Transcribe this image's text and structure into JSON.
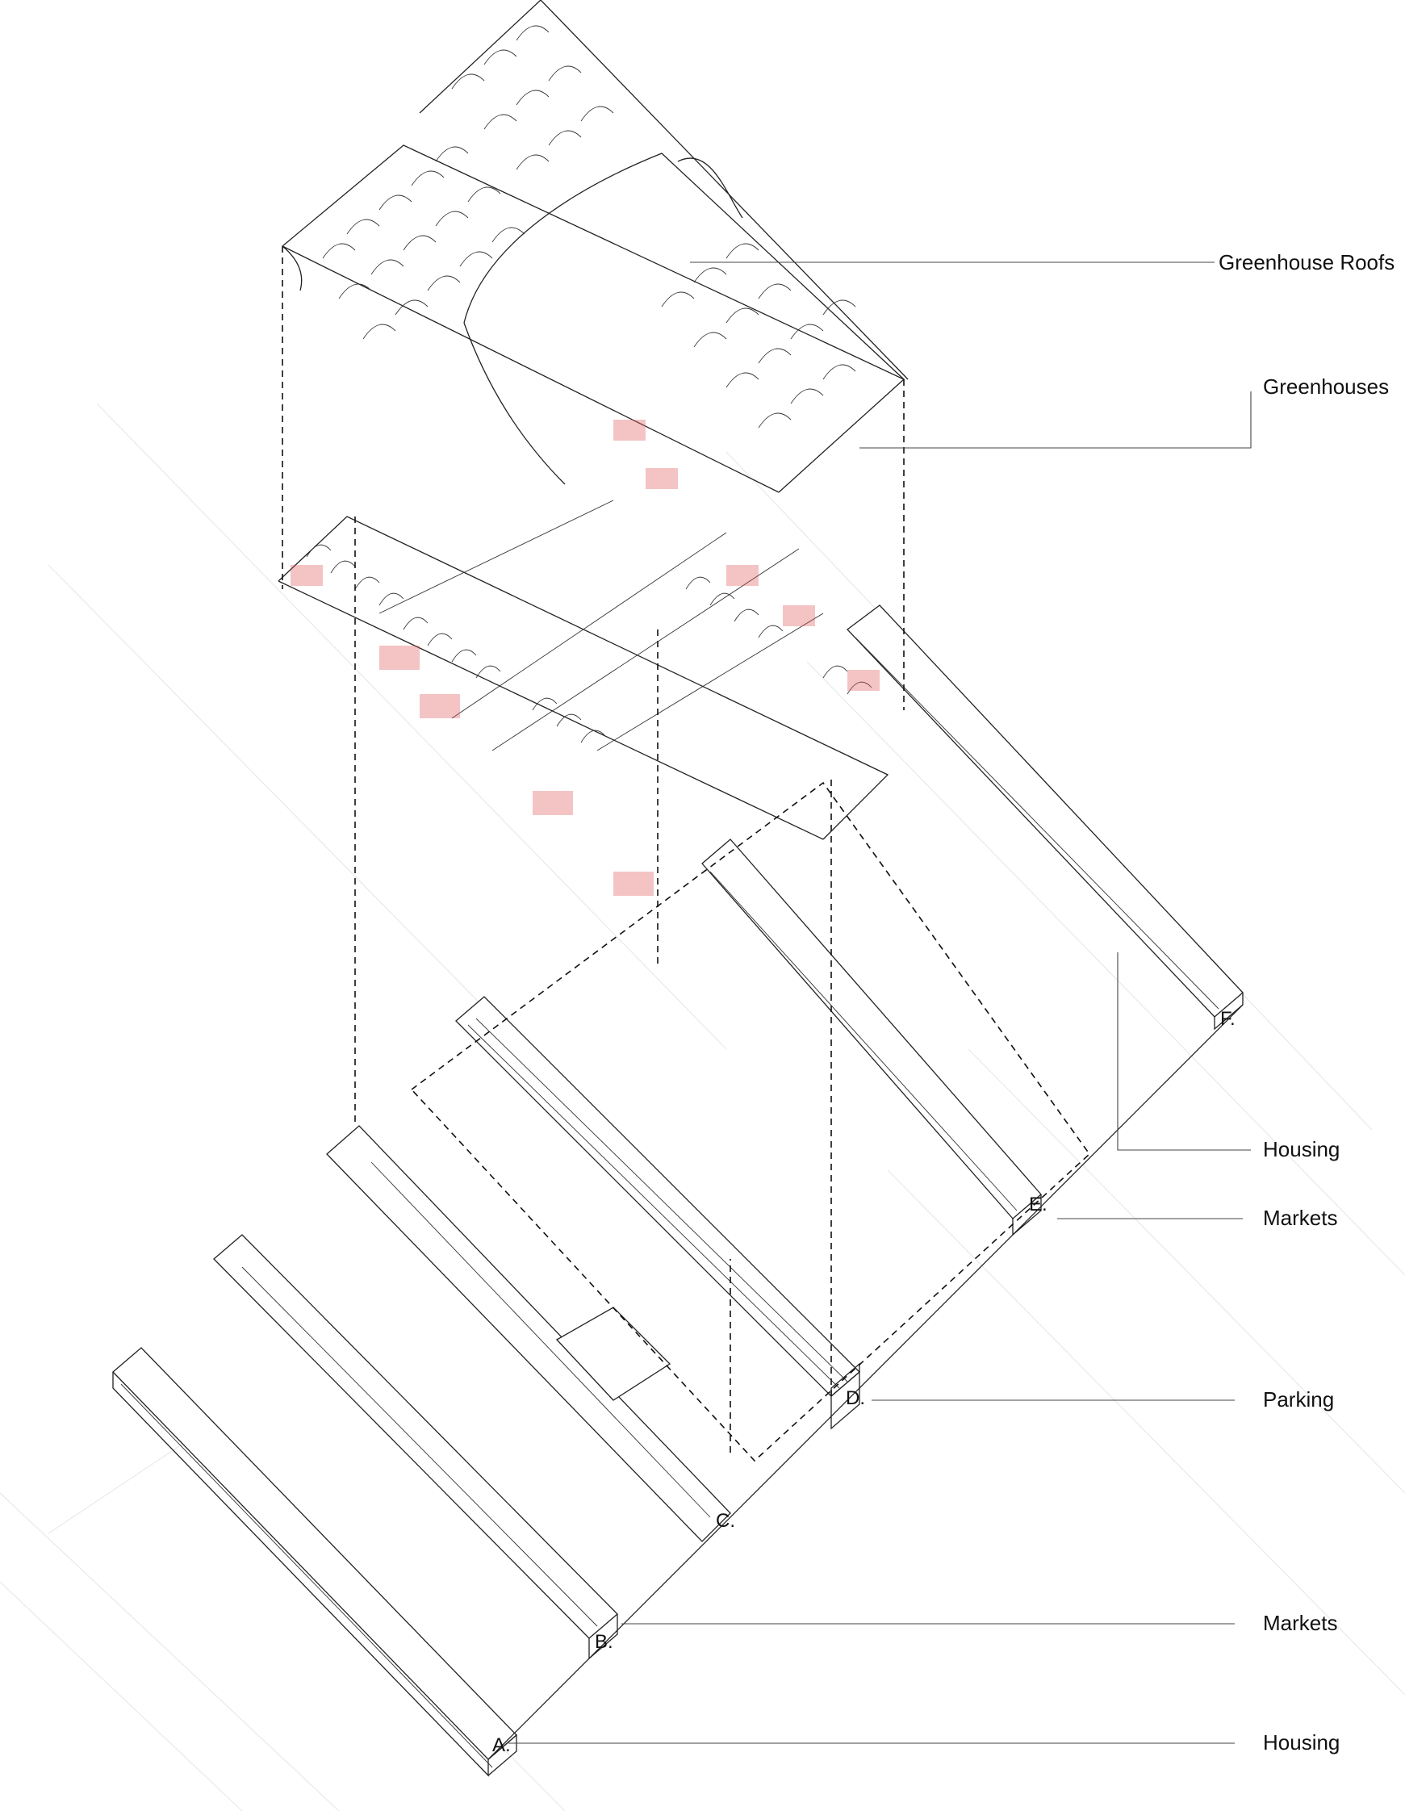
{
  "labels": {
    "greenhouse_roofs": "Greenhouse Roofs",
    "greenhouses": "Greenhouses",
    "housing_upper": "Housing",
    "markets_upper": "Markets",
    "parking": "Parking",
    "markets_lower": "Markets",
    "housing_lower": "Housing"
  },
  "layer_tags": {
    "a": "A.",
    "b": "B.",
    "c": "C.",
    "d": "D.",
    "e": "E.",
    "f": "F."
  },
  "colors": {
    "line": "#222222",
    "highlight": "#e05656",
    "background": "#ffffff"
  }
}
